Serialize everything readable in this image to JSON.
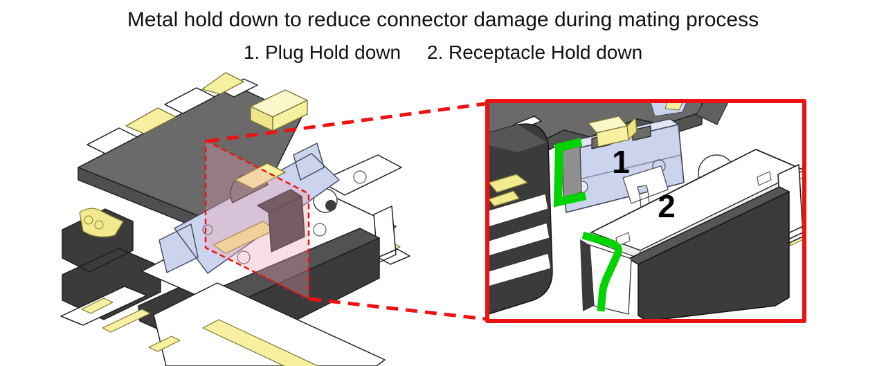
{
  "header": {
    "title": "Metal hold down to reduce connector damage during mating process",
    "subtitle_items": [
      {
        "label": "1. Plug Hold down"
      },
      {
        "label": "2. Receptacle Hold down"
      }
    ]
  },
  "figure": {
    "callouts": {
      "plug": "1",
      "receptacle": "2"
    },
    "colors": {
      "callout_red": "#ee1111",
      "highlight_green": "#00d400",
      "plug_metal": "#ccd3ec",
      "board_gray": "#6a6a6a",
      "insulator_dark": "#3b3b3b",
      "pad_yellow": "#f6f0a0",
      "shell_white": "#ffffff",
      "section_pink": "rgba(236,160,178,0.34)"
    }
  }
}
